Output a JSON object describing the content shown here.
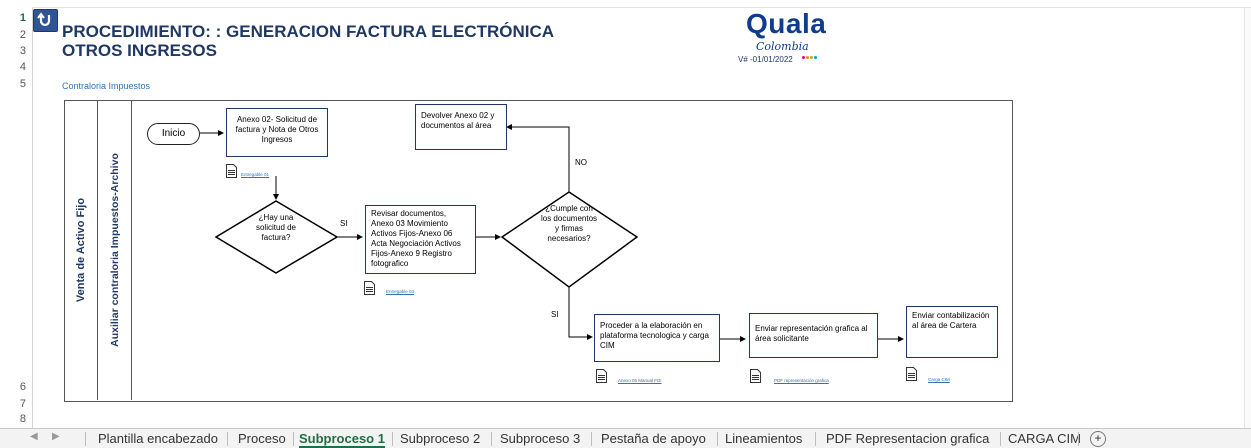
{
  "rows": [
    "1",
    "2",
    "3",
    "4",
    "5",
    "6",
    "7",
    "8"
  ],
  "title": {
    "line1": "PROCEDIMIENTO: : GENERACION FACTURA ELECTRÓNICA",
    "line2": "OTROS INGRESOS"
  },
  "logo": {
    "brand": "Quala",
    "country": "Colombia",
    "version": "V# -01/01/2022"
  },
  "department": "Contraloria Impuestos",
  "lanes": {
    "outer": "Venta de Activo Fijo",
    "inner": "Auxiliar contraloria Impuestos-Archivo"
  },
  "flow": {
    "start": "Inicio",
    "anexo02": "Anexo 02- Solicitud de factura y Nota de Otros Ingresos",
    "decision1": "¿Hay una solicitud de factura?",
    "revisar": "Revisar documentos, Anexo 03 Movimiento Activos Fijos-Anexo 06 Acta Negociación Activos Fijos-Anexo 9 Registro fotografico",
    "decision2": "¿Cumple con los documentos y firmas necesarios?",
    "devolver": "Devolver Anexo 02 y documentos al área",
    "proceder": "Proceder a la elaboración en plataforma tecnologica y carga CIM",
    "enviar_rep": "Enviar representación grafica al área solicitante",
    "enviar_cont": "Enviar contabilización al área de Cartera",
    "si1": "SI",
    "no": "NO",
    "si2": "SI"
  },
  "docs": {
    "d1": "Entregable 01",
    "d2": "Entregable 03",
    "d3": "Anexo 05 Manual FDI",
    "d4": "PDF representación grafica",
    "d5": "Carga CIM"
  },
  "tabs": [
    "Plantilla encabezado",
    "Proceso",
    "Subproceso 1",
    "Subproceso 2",
    "Subproceso 3",
    "Pestaña de apoyo",
    "Lineamientos",
    "PDF Representacion grafica",
    "CARGA CIM"
  ],
  "active_tab": "Subproceso 1",
  "add_sheet": "+",
  "colors": {
    "title": "#1f3864",
    "accent": "#2e74b5",
    "excel_green": "#1f6f43"
  }
}
